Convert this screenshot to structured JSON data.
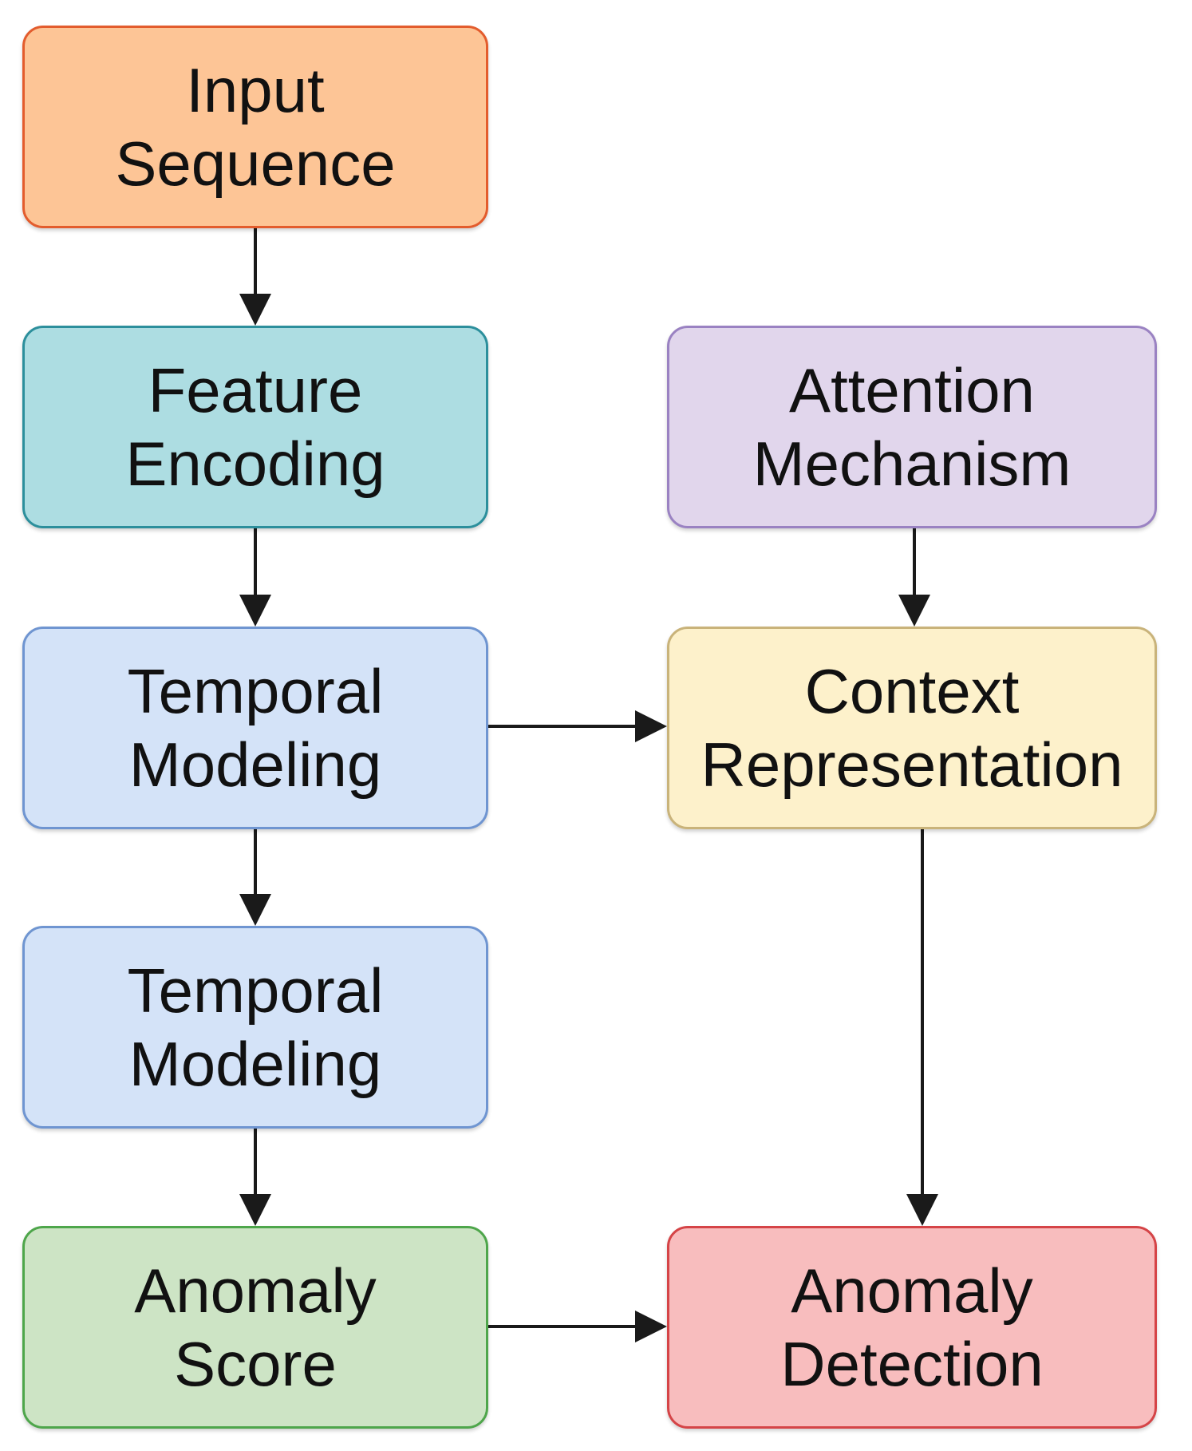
{
  "colors": {
    "input_sequence": {
      "fill": "#fdc596",
      "stroke": "#e35c2d"
    },
    "feature_encoding": {
      "fill": "#addde2",
      "stroke": "#2c8f9c"
    },
    "temporal_modeling": {
      "fill": "#d4e3f8",
      "stroke": "#6f95d1"
    },
    "anomaly_score": {
      "fill": "#cde4c5",
      "stroke": "#4ea64b"
    },
    "attention_mechanism": {
      "fill": "#e1d6ec",
      "stroke": "#9a82c2"
    },
    "context_representation": {
      "fill": "#fdf1cb",
      "stroke": "#c9b37a"
    },
    "anomaly_detection": {
      "fill": "#f8bdbe",
      "stroke": "#d54447"
    },
    "arrow": "#1a1a1a"
  },
  "nodes": {
    "input_sequence": {
      "line1": "Input",
      "line2": "Sequence"
    },
    "feature_encoding": {
      "line1": "Feature",
      "line2": "Encoding"
    },
    "temporal_modeling_1": {
      "line1": "Temporal",
      "line2": "Modeling"
    },
    "temporal_modeling_2": {
      "line1": "Temporal",
      "line2": "Modeling"
    },
    "anomaly_score": {
      "line1": "Anomaly",
      "line2": "Score"
    },
    "attention_mechanism": {
      "line1": "Attention",
      "line2": "Mechanism"
    },
    "context_representation": {
      "line1": "Context",
      "line2": "Representation"
    },
    "anomaly_detection": {
      "line1": "Anomaly",
      "line2": "Detection"
    }
  },
  "edges": [
    {
      "from": "Input Sequence",
      "to": "Feature Encoding"
    },
    {
      "from": "Feature Encoding",
      "to": "Temporal Modeling"
    },
    {
      "from": "Temporal Modeling",
      "to": "Temporal Modeling"
    },
    {
      "from": "Temporal Modeling",
      "to": "Anomaly Score"
    },
    {
      "from": "Temporal Modeling",
      "to": "Context Representation"
    },
    {
      "from": "Attention Mechanism",
      "to": "Context Representation"
    },
    {
      "from": "Context Representation",
      "to": "Anomaly Detection"
    },
    {
      "from": "Anomaly Score",
      "to": "Anomaly Detection"
    }
  ]
}
